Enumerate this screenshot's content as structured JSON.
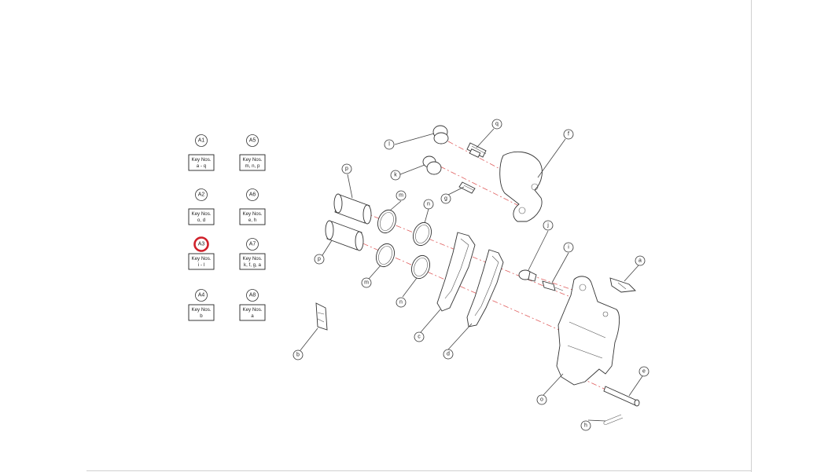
{
  "colors": {
    "highlight": "#d0202a",
    "centerline": "#e06060",
    "line": "#333333"
  },
  "key": [
    {
      "id": "A1",
      "line1": "Key Nos.",
      "line2": "a - q",
      "selected": false
    },
    {
      "id": "A5",
      "line1": "Key Nos.",
      "line2": "m, n, p",
      "selected": false
    },
    {
      "id": "A2",
      "line1": "Key Nos.",
      "line2": "o, d",
      "selected": false
    },
    {
      "id": "A6",
      "line1": "Key Nos.",
      "line2": "e, h",
      "selected": false
    },
    {
      "id": "A3",
      "line1": "Key Nos.",
      "line2": "i - l",
      "selected": true
    },
    {
      "id": "A7",
      "line1": "Key Nos.",
      "line2": "k, f, g, a",
      "selected": false
    },
    {
      "id": "A4",
      "line1": "Key Nos.",
      "line2": "b",
      "selected": false
    },
    {
      "id": "A8",
      "line1": "Key Nos.",
      "line2": "a",
      "selected": false
    }
  ],
  "callouts": [
    "l",
    "q",
    "f",
    "k",
    "g",
    "p",
    "m",
    "n",
    "p",
    "m",
    "n",
    "j",
    "i",
    "a",
    "c",
    "d",
    "b",
    "e",
    "o",
    "h"
  ]
}
